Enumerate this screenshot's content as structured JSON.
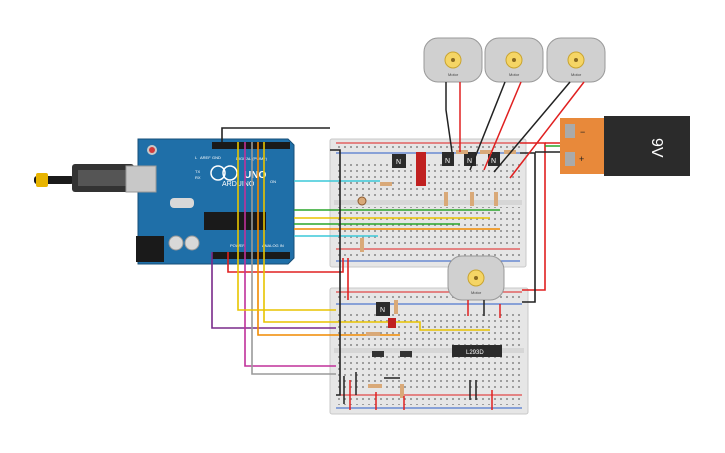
{
  "arduino": {
    "brand": "ARDUINO",
    "model": "UNO",
    "digital_label": "DIGITAL (PWM~)",
    "power_label": "POWER",
    "analog_label": "ANALOG IN",
    "tx_label": "TX",
    "rx_label": "RX",
    "on_label": "ON",
    "l_label": "L",
    "aref_label": "AREF",
    "gnd_label": "GND"
  },
  "battery": {
    "label": "9V",
    "neg_symbol": "−",
    "pos_symbol": "+"
  },
  "ic": {
    "label": "L293D"
  },
  "transistors": {
    "label": "N"
  },
  "motors": {
    "label": "Motor"
  },
  "colors": {
    "arduino_blue": "#1f6fa8",
    "wire_red": "#e02020",
    "wire_black": "#222222",
    "wire_green": "#2aa52a",
    "wire_yellow": "#e8c400",
    "wire_orange": "#f08a00",
    "wire_purple": "#7a2a8a",
    "wire_magenta": "#c0309a",
    "wire_cyan": "#3cc8d8",
    "wire_gray": "#9a9a9a",
    "battery_orange": "#e8893a",
    "battery_dark": "#2b2b2b",
    "breadboard": "#e6e6e6"
  }
}
